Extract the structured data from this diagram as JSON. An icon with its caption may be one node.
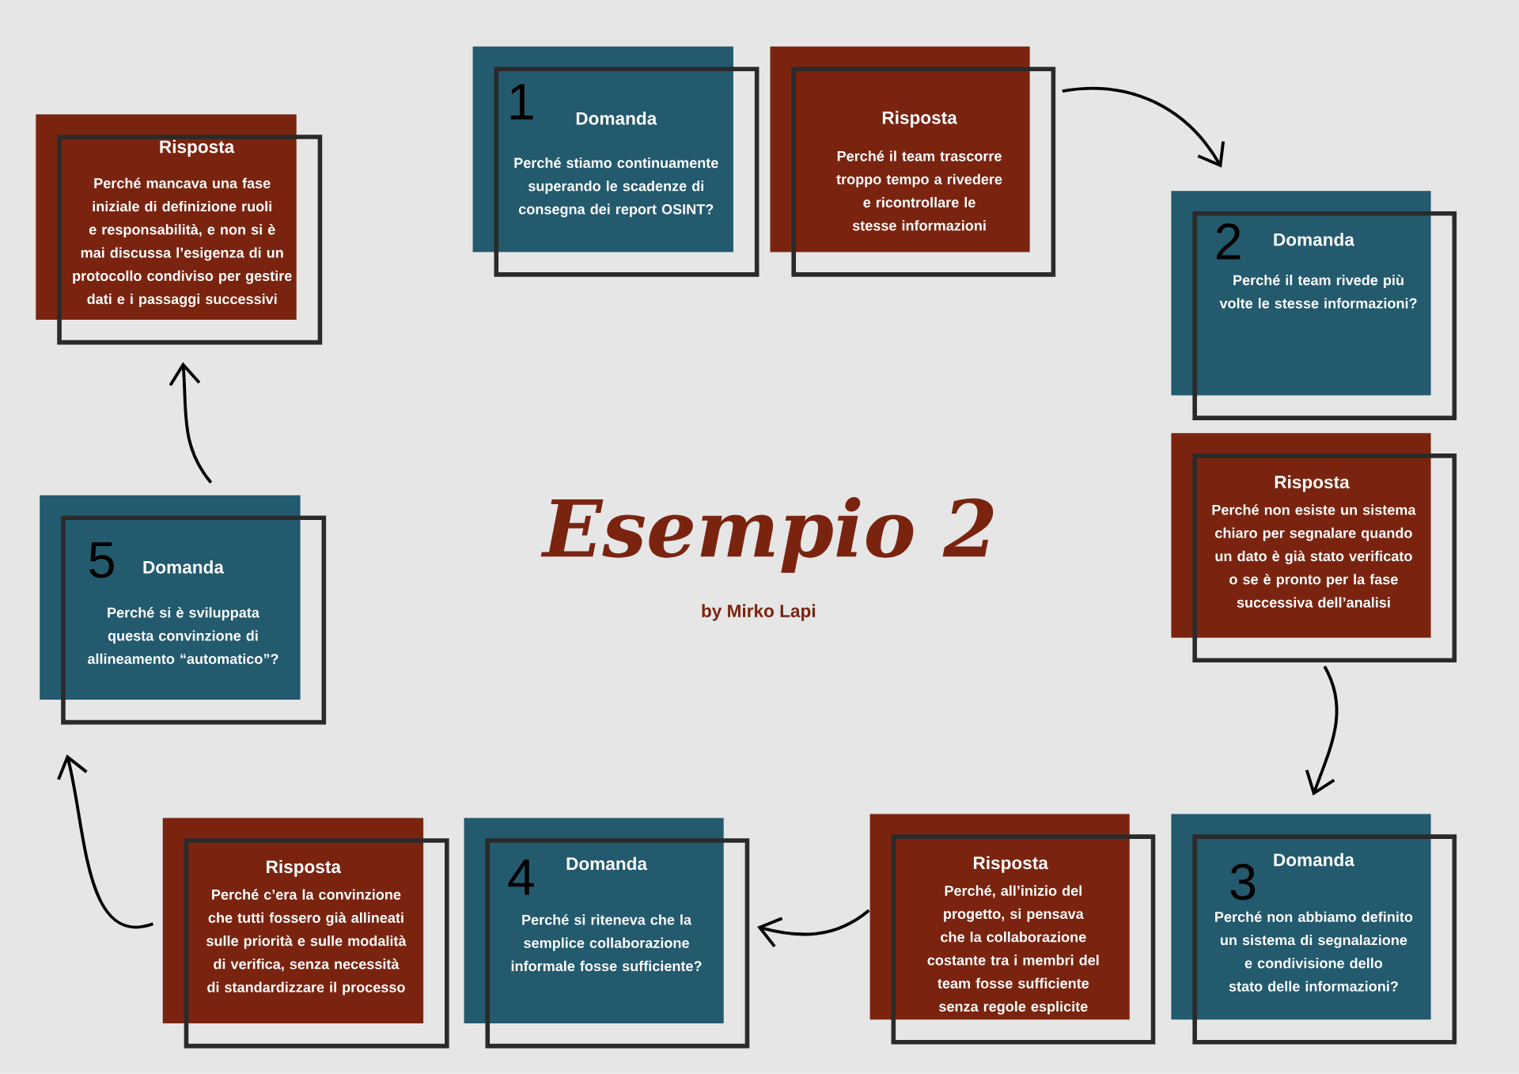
{
  "diagram": {
    "title": "Esempio 2",
    "nodes": [
      {
        "text": [
          "1",
          "Domanda",
          "Perché stiamo continuamente superando le scadenze di consegna dei report OSINT?"
        ]
      },
      {
        "text": [
          "Risposta",
          "Perché il team trascorre troppo tempo a rivedere e ricontrollare le stesse informazioni"
        ]
      },
      {
        "text": [
          "2",
          "Domanda",
          "Perché il team rivede più volte le stesse informazioni?"
        ]
      },
      {
        "text": [
          "Risposta",
          "Perché non esiste un sistema chiaro per segnalare quando un dato è già stato verificato o se è pronto per la fase successiva dell’analisi"
        ]
      },
      {
        "text": [
          "3",
          "Domanda",
          "Perché non abbiamo definito un sistema di segnalazione e condivisione dello stato delle informazioni?"
        ]
      },
      {
        "text": [
          "Risposta",
          "Perché, all’inizio del progetto, si pensava che la collaborazione costante tra i membri del team fosse sufficiente senza regole esplicite"
        ]
      },
      {
        "text": [
          "4",
          "Domanda",
          "Perché si riteneva che la semplice collaborazione informale fosse sufficiente?"
        ]
      },
      {
        "text": [
          "Risposta",
          "Perché c’era la convinzione che tutti fossero già allineati sulle priorità e sulle modalità di verifica, senza necessità di standardizzare il processo"
        ]
      },
      {
        "text": [
          "5",
          "Domanda",
          "Perché si è sviluppata questa convinzione di allineamento “automatico”?"
        ]
      },
      {
        "text": [
          "Risposta",
          "Perché mancava una fase iniziale di definizione ruoli e responsabilità, e non si è mai discussa l’esigenza di un protocollo condiviso per gestire dati e i passaggi successivi"
        ]
      }
    ],
    "edges": [
      {
        "from": 1,
        "to": 2,
        "arrow": "to"
      },
      {
        "from": 3,
        "to": 4,
        "arrow": "to"
      },
      {
        "from": 5,
        "to": 6,
        "arrow": "to"
      },
      {
        "from": 7,
        "to": 8,
        "arrow": "to"
      },
      {
        "from": 8,
        "to": 9,
        "arrow": "to"
      }
    ],
    "labels": [
      "by Mirko Lapi"
    ]
  }
}
